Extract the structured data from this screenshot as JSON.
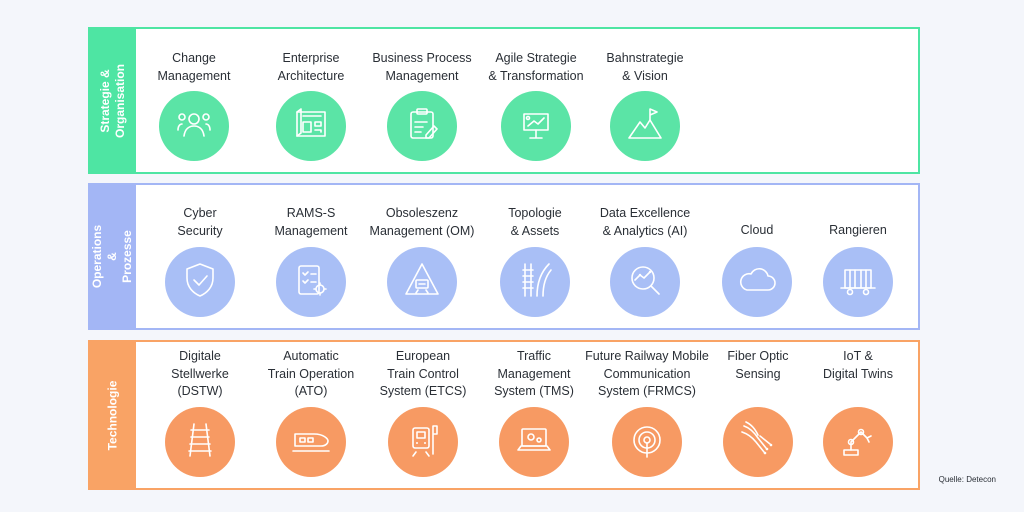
{
  "colors": {
    "strategy": "#4ee5a3",
    "operations": "#a3b6f5",
    "technology": "#f9a365",
    "background": "#f4f6fb"
  },
  "bands": {
    "strategy": {
      "label": "Strategie & Organisation",
      "items": [
        {
          "title": "Change\nManagement",
          "icon": "people-network-icon"
        },
        {
          "title": "Enterprise\nArchitecture",
          "icon": "blueprint-icon"
        },
        {
          "title": "Business Process\nManagement",
          "icon": "clipboard-edit-icon"
        },
        {
          "title": "Agile Strategie\n& Transformation",
          "icon": "strategy-board-icon"
        },
        {
          "title": "Bahnstrategie\n& Vision",
          "icon": "mountain-flag-icon"
        }
      ]
    },
    "operations": {
      "label": "Operations & Prozesse",
      "items": [
        {
          "title": "Cyber\nSecurity",
          "icon": "shield-check-icon"
        },
        {
          "title": "RAMS-S\nManagement",
          "icon": "checklist-gear-icon"
        },
        {
          "title": "Obsoleszenz\nManagement (OM)",
          "icon": "warning-train-icon"
        },
        {
          "title": "Topologie\n& Assets",
          "icon": "track-map-icon"
        },
        {
          "title": "Data Excellence\n& Analytics (AI)",
          "icon": "data-magnifier-icon"
        },
        {
          "title": "Cloud",
          "icon": "cloud-icon"
        },
        {
          "title": "Rangieren",
          "icon": "freight-wagon-icon"
        }
      ]
    },
    "technology": {
      "label": "Technologie",
      "items": [
        {
          "title": "Digitale\nStellwerke\n(DSTW)",
          "icon": "railway-track-icon"
        },
        {
          "title": "Automatic\nTrain Operation\n(ATO)",
          "icon": "high-speed-train-icon"
        },
        {
          "title": "European\nTrain Control\nSystem (ETCS)",
          "icon": "train-signal-icon"
        },
        {
          "title": "Traffic\nManagement\nSystem (TMS)",
          "icon": "laptop-gears-icon"
        },
        {
          "title": "Future Railway Mobile\nCommunication\nSystem (FRMCS)",
          "icon": "broadcast-antenna-icon"
        },
        {
          "title": "Fiber Optic\nSensing",
          "icon": "fiber-optic-icon"
        },
        {
          "title": "IoT &\nDigital Twins",
          "icon": "robot-arm-icon"
        }
      ]
    }
  },
  "source": "Quelle: Detecon"
}
